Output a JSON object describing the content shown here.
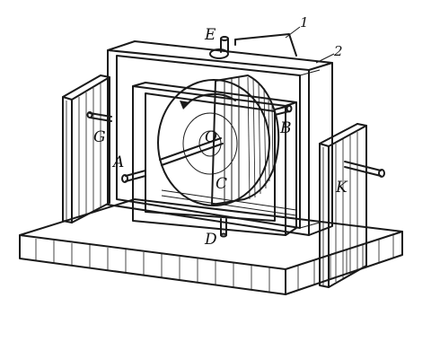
{
  "labels": {
    "frame_outer_number": "1",
    "frame_inner_number": "2",
    "axle_top": "E",
    "axle_bottom": "D",
    "axle_left_inner": "A",
    "axle_right_inner": "B",
    "axle_left_outer": "G",
    "axle_right_outer": "K",
    "rotor_center": "O",
    "rotor": "C"
  }
}
